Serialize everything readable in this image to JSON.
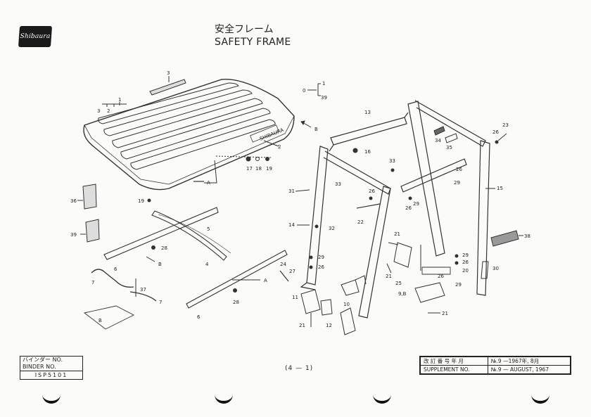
{
  "logo": {
    "text": "Shibaura"
  },
  "title": {
    "japanese": "安全フレーム",
    "english": "SAFETY FRAME"
  },
  "labels": {
    "n0": "0",
    "n1": "1",
    "n2": "2",
    "n3": "3",
    "n4": "4",
    "n5": "5",
    "n6": "6",
    "n7": "7",
    "n8": "B",
    "n9b": "9,B",
    "n10": "10",
    "n11": "11",
    "n12": "12",
    "n13": "13",
    "n14": "14",
    "n15": "15",
    "n16": "16",
    "n17": "17",
    "n18": "18",
    "n19": "19",
    "n20": "20",
    "n21": "21",
    "n22": "22",
    "n23": "23",
    "n24": "24",
    "n25": "25",
    "n26": "26",
    "n27": "27",
    "n28": "28",
    "n29": "29",
    "n30": "30",
    "n31": "31",
    "n32": "32",
    "n33": "33",
    "n34": "34",
    "n35": "35",
    "n36": "36",
    "n37": "37",
    "n38": "38",
    "n39": "39",
    "arrowA": "A",
    "arrowB": "B",
    "canopyText": "SHIBAURA"
  },
  "binder": {
    "line1": "バインダー NO.",
    "line2": "BINDER NO.",
    "code": "ISP5101"
  },
  "page_number": "(4 — 1)",
  "supplement": {
    "header_label": "改 訂 番 号 年 月",
    "header_value": "№.9 —1967年, 8月",
    "row_label": "SUPPLEMENT NO.",
    "row_value": "№.9 — AUGUST, 1967"
  }
}
